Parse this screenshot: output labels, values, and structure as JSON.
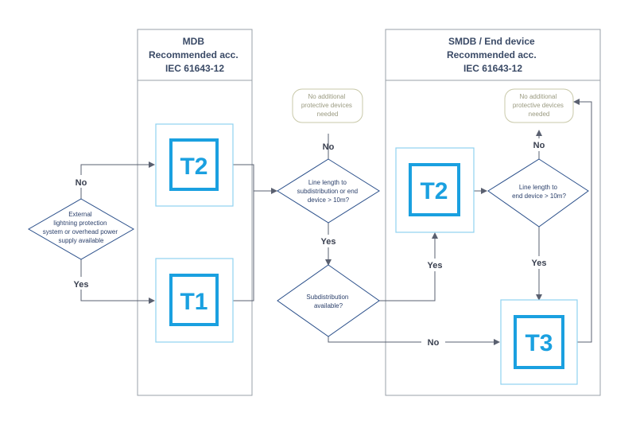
{
  "colors": {
    "line": "#5a6070",
    "column_border": "#9aa0a8",
    "box_outer": "#8fd1f0",
    "box_inner": "#1aa0e0",
    "diamond": "#2a4f8a",
    "pill": "#c8c8a8"
  },
  "columns": {
    "mdb": [
      "MDB",
      "Recommended acc.",
      "IEC 61643-12"
    ],
    "smdb": [
      "SMDB / End device",
      "Recommended acc.",
      "IEC 61643-12"
    ]
  },
  "boxes": {
    "t2_mdb": "T2",
    "t1_mdb": "T1",
    "t2_smdb": "T2",
    "t3_smdb": "T3"
  },
  "decisions": {
    "external": [
      "External",
      "lightning protection",
      "system or overhead power",
      "supply available"
    ],
    "line_sub": [
      "Line length to",
      "subdistribution or end",
      "device > 10m?"
    ],
    "subdist": [
      "Subdistribution",
      "available?"
    ],
    "line_end": [
      "Line length to",
      "end device > 10m?"
    ]
  },
  "terminals": {
    "no_devices_1": [
      "No additional",
      "protective devices",
      "needed"
    ],
    "no_devices_2": [
      "No additional",
      "protective devices",
      "needed"
    ]
  },
  "edge_labels": {
    "ext_no": "No",
    "ext_yes": "Yes",
    "line_sub_no": "No",
    "line_sub_yes": "Yes",
    "subdist_yes": "Yes",
    "subdist_no": "No",
    "line_end_no": "No",
    "line_end_yes": "Yes"
  }
}
